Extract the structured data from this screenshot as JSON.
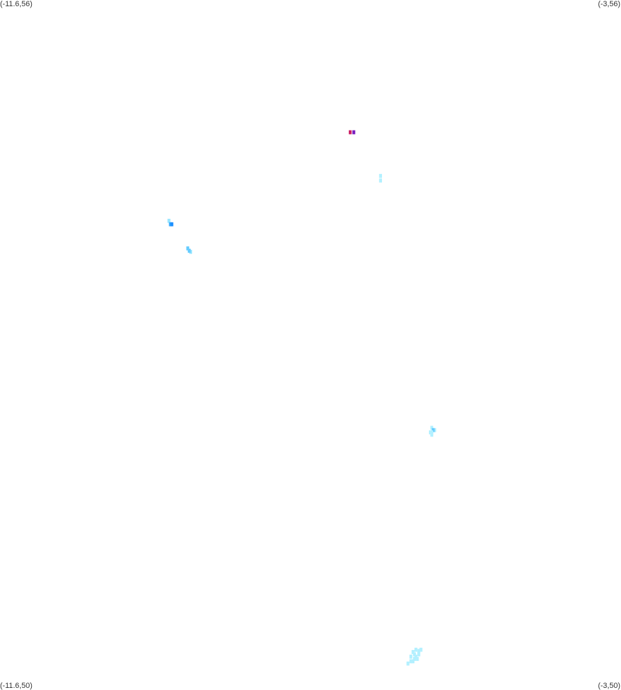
{
  "corners": {
    "top_left": "(-11.6,56)",
    "top_right": "(-3,56)",
    "bottom_left": "(-11.6,50)",
    "bottom_right": "(-3,50)"
  },
  "colors": {
    "background": "#ffffff",
    "palette": [
      "#b3f0ff",
      "#99e6ff",
      "#66ccff",
      "#33aaff",
      "#1e90ff",
      "#7a1fbf",
      "#cc2266"
    ]
  },
  "chart_data": {
    "type": "heatmap",
    "xlim": [
      -11.6,
      -3
    ],
    "ylim": [
      50,
      56
    ],
    "cells": [
      {
        "lon": -6.75,
        "lat": 54.85,
        "level": 7
      },
      {
        "lon": -6.7,
        "lat": 54.85,
        "level": 6
      },
      {
        "lon": -6.33,
        "lat": 54.47,
        "level": 1
      },
      {
        "lon": -6.33,
        "lat": 54.43,
        "level": 1
      },
      {
        "lon": -9.26,
        "lat": 54.08,
        "level": 2
      },
      {
        "lon": -9.24,
        "lat": 54.05,
        "level": 4
      },
      {
        "lon": -9.22,
        "lat": 54.05,
        "level": 5
      },
      {
        "lon": -9.0,
        "lat": 53.84,
        "level": 3
      },
      {
        "lon": -8.96,
        "lat": 53.81,
        "level": 2
      },
      {
        "lon": -8.98,
        "lat": 53.82,
        "level": 3
      },
      {
        "lon": -5.62,
        "lat": 52.28,
        "level": 1
      },
      {
        "lon": -5.58,
        "lat": 52.26,
        "level": 1
      },
      {
        "lon": -5.6,
        "lat": 52.26,
        "level": 3
      },
      {
        "lon": -5.62,
        "lat": 52.24,
        "level": 1
      },
      {
        "lon": -5.64,
        "lat": 52.24,
        "level": 1
      },
      {
        "lon": -5.62,
        "lat": 52.22,
        "level": 1
      },
      {
        "lon": -5.95,
        "lat": 50.23,
        "level": 1
      },
      {
        "lon": -5.91,
        "lat": 50.25,
        "level": 1
      },
      {
        "lon": -5.88,
        "lat": 50.25,
        "level": 1
      },
      {
        "lon": -5.86,
        "lat": 50.27,
        "level": 1
      },
      {
        "lon": -5.82,
        "lat": 50.27,
        "level": 1
      },
      {
        "lon": -5.84,
        "lat": 50.29,
        "level": 1
      },
      {
        "lon": -5.91,
        "lat": 50.29,
        "level": 1
      },
      {
        "lon": -5.86,
        "lat": 50.31,
        "level": 1
      },
      {
        "lon": -5.8,
        "lat": 50.31,
        "level": 1
      },
      {
        "lon": -5.88,
        "lat": 50.33,
        "level": 1
      },
      {
        "lon": -5.84,
        "lat": 50.35,
        "level": 1
      },
      {
        "lon": -5.8,
        "lat": 50.34,
        "level": 1
      },
      {
        "lon": -5.77,
        "lat": 50.35,
        "level": 1
      }
    ]
  }
}
